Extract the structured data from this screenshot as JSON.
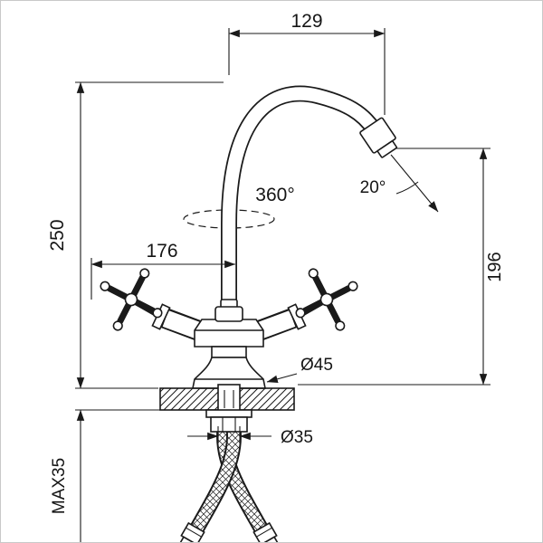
{
  "figure": {
    "kind": "faucet-installation-dimension-drawing",
    "colors": {
      "line": "#1a1a1a",
      "background": "#ffffff",
      "text": "#151515"
    },
    "labels": {
      "spout_reach": "129",
      "height_left": "250",
      "body_width": "176",
      "swivel_angle": "360°",
      "spray_angle": "20°",
      "height_right": "196",
      "base_diameter": "Ø45",
      "hole_diameter": "Ø35",
      "max_deck_thickness": "MAX35"
    }
  }
}
